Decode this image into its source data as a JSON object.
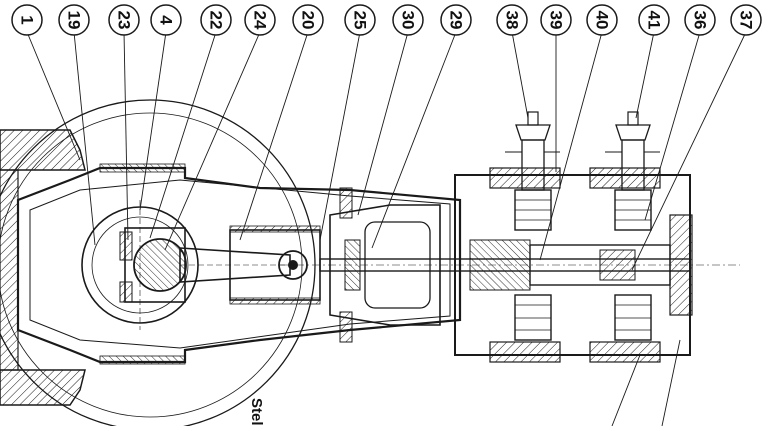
{
  "diagram": {
    "callouts": [
      {
        "id": "c1",
        "label": "1"
      },
      {
        "id": "c19",
        "label": "19"
      },
      {
        "id": "c23",
        "label": "23"
      },
      {
        "id": "c4",
        "label": "4"
      },
      {
        "id": "c22",
        "label": "22"
      },
      {
        "id": "c24",
        "label": "24"
      },
      {
        "id": "c20",
        "label": "20"
      },
      {
        "id": "c25",
        "label": "25"
      },
      {
        "id": "c30",
        "label": "30"
      },
      {
        "id": "c29",
        "label": "29"
      },
      {
        "id": "c38",
        "label": "38"
      },
      {
        "id": "c39",
        "label": "39"
      },
      {
        "id": "c40",
        "label": "40"
      },
      {
        "id": "c41",
        "label": "41"
      },
      {
        "id": "c36",
        "label": "36"
      },
      {
        "id": "c37",
        "label": "37"
      }
    ],
    "caption": "Stel"
  },
  "colors": {
    "ink": "#1a1a1a",
    "paper": "#ffffff"
  }
}
